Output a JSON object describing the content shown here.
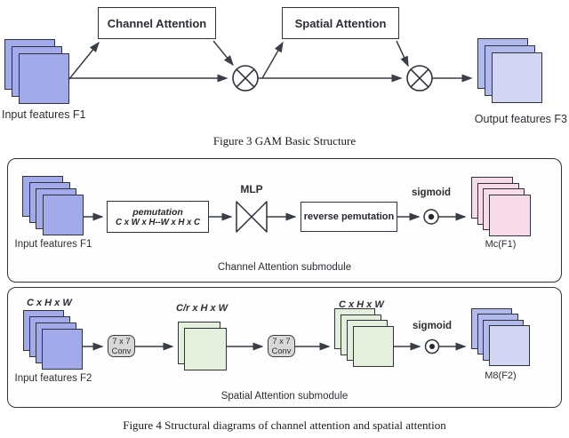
{
  "figure3": {
    "caption": "Figure 3 GAM Basic Structure",
    "channel_attention_label": "Channel Attention",
    "spatial_attention_label": "Spatial Attention",
    "input_label": "Input features F1",
    "output_label": "Output features F3"
  },
  "figure4": {
    "caption": "Figure 4 Structural diagrams of channel attention and spatial attention",
    "channel_submodule": {
      "input_label": "Input features F1",
      "permutation_line1": "pemutation",
      "permutation_line2": "C x W x H--W x H x C",
      "mlp_label": "MLP",
      "reverse_permutation_label": "reverse pemutation",
      "sigmoid_label": "sigmoid",
      "output_label": "Mc(F1)",
      "caption": "Channel Attention submodule"
    },
    "spatial_submodule": {
      "input_dim_label": "C x H x W",
      "input_label": "Input features F2",
      "conv1_line1": "7 x 7",
      "conv1_line2": "Conv",
      "mid_dim_label": "C/r x H x W",
      "conv2_line1": "7 x 7",
      "conv2_line2": "Conv",
      "out_dim_label": "C x H x W",
      "sigmoid_label": "sigmoid",
      "output_label": "M8(F2)",
      "caption": "Spatial Attention submodule"
    }
  },
  "palette": {
    "input_feature_blue": "#a2aae9",
    "output_feature_front": "#d2d6f2",
    "output_feature_back": "#b2baec",
    "channel_output_pink": "#f8dbe9",
    "spatial_mid_green": "#e4f0db",
    "conv_gray": "#d8d8d8",
    "line_dark": "#393d45"
  }
}
